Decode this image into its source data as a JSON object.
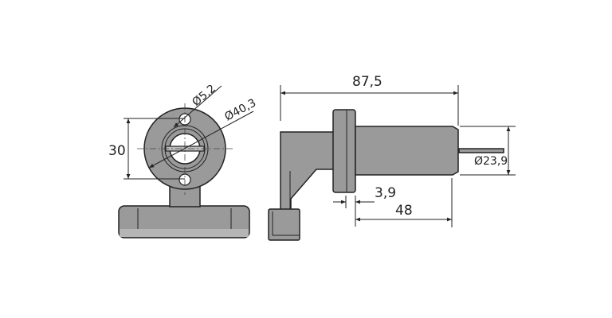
{
  "drawing": {
    "front_view": {
      "height_dim": "30",
      "hole_dia": "Ø5,2",
      "flange_dia": "Ø40,3"
    },
    "side_view": {
      "total_length": "87,5",
      "body_dia": "Ø23,9",
      "flange_thickness": "3,9",
      "body_length": "48"
    },
    "colors": {
      "part_fill": "#9a9a9a",
      "line": "#222222"
    }
  }
}
